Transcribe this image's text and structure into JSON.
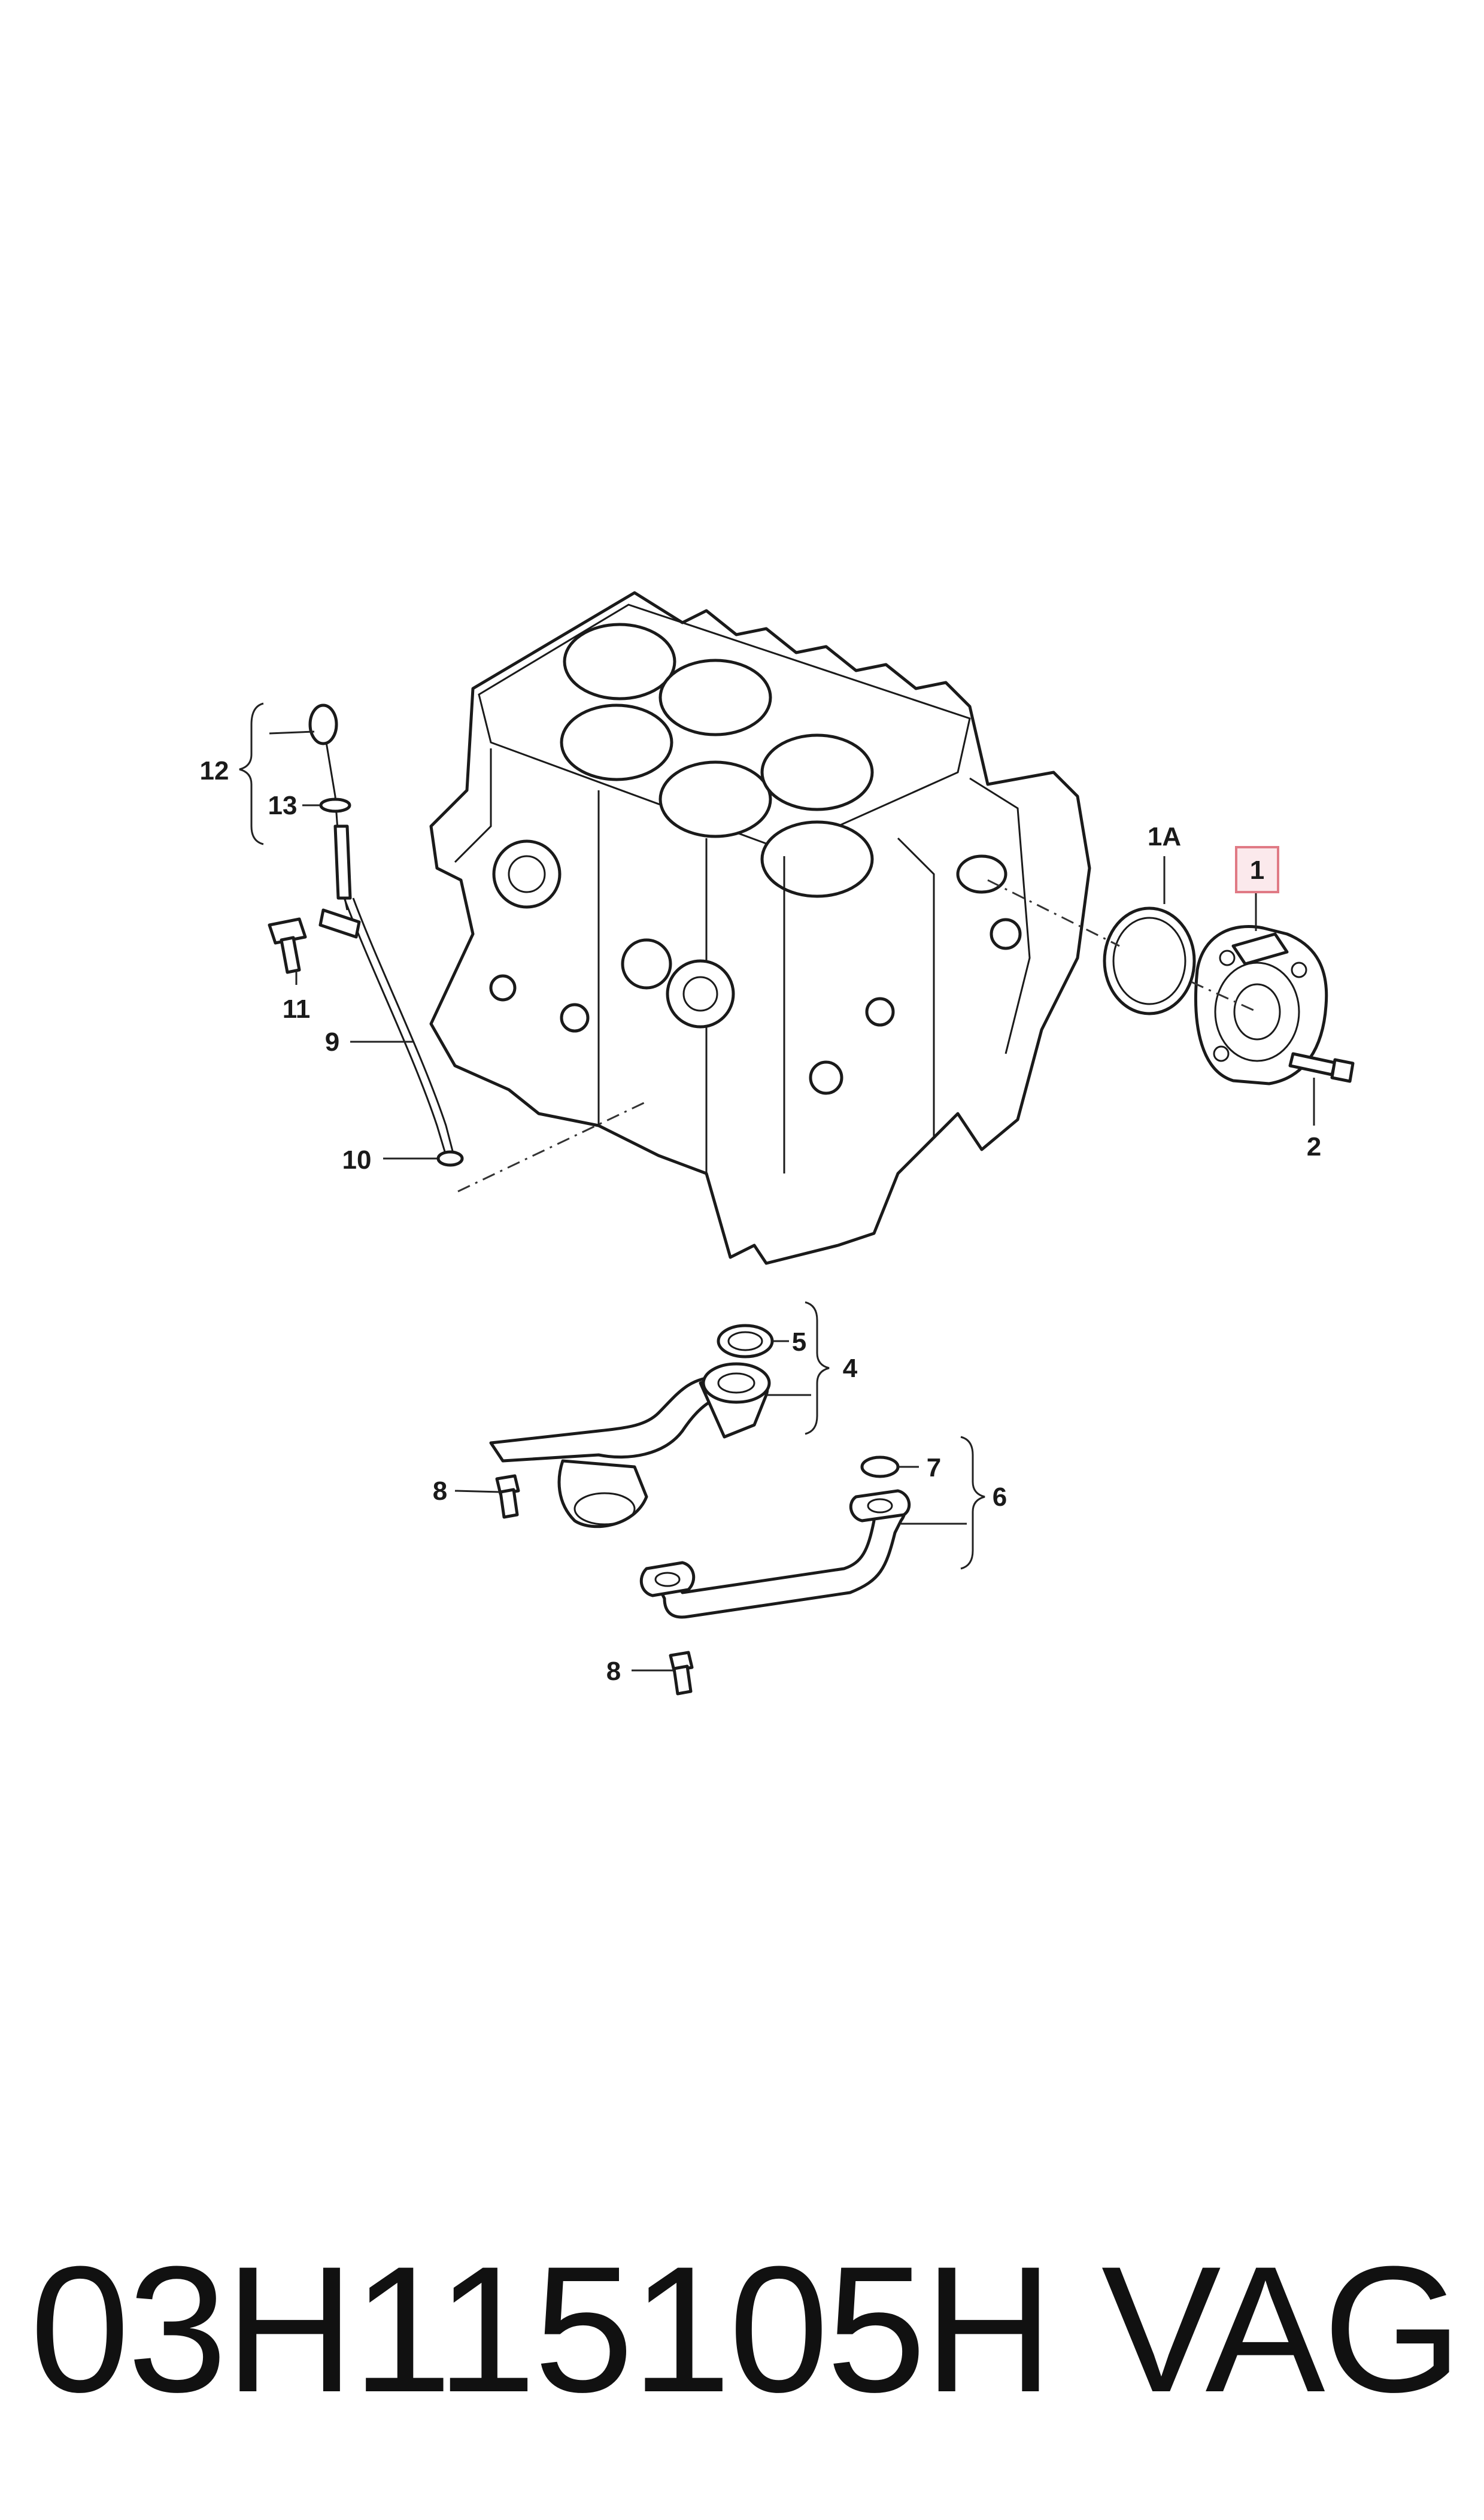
{
  "diagram": {
    "labels": {
      "c1": "1",
      "c1A": "1A",
      "c2": "2",
      "c4": "4",
      "c5": "5",
      "c6": "6",
      "c7": "7",
      "c8a": "8",
      "c8b": "8",
      "c9": "9",
      "c10": "10",
      "c11": "11",
      "c12": "12",
      "c13": "13"
    },
    "highlight_color": "#e07a85"
  },
  "footer": {
    "part_number": "03H115105H",
    "brand": "VAG"
  }
}
